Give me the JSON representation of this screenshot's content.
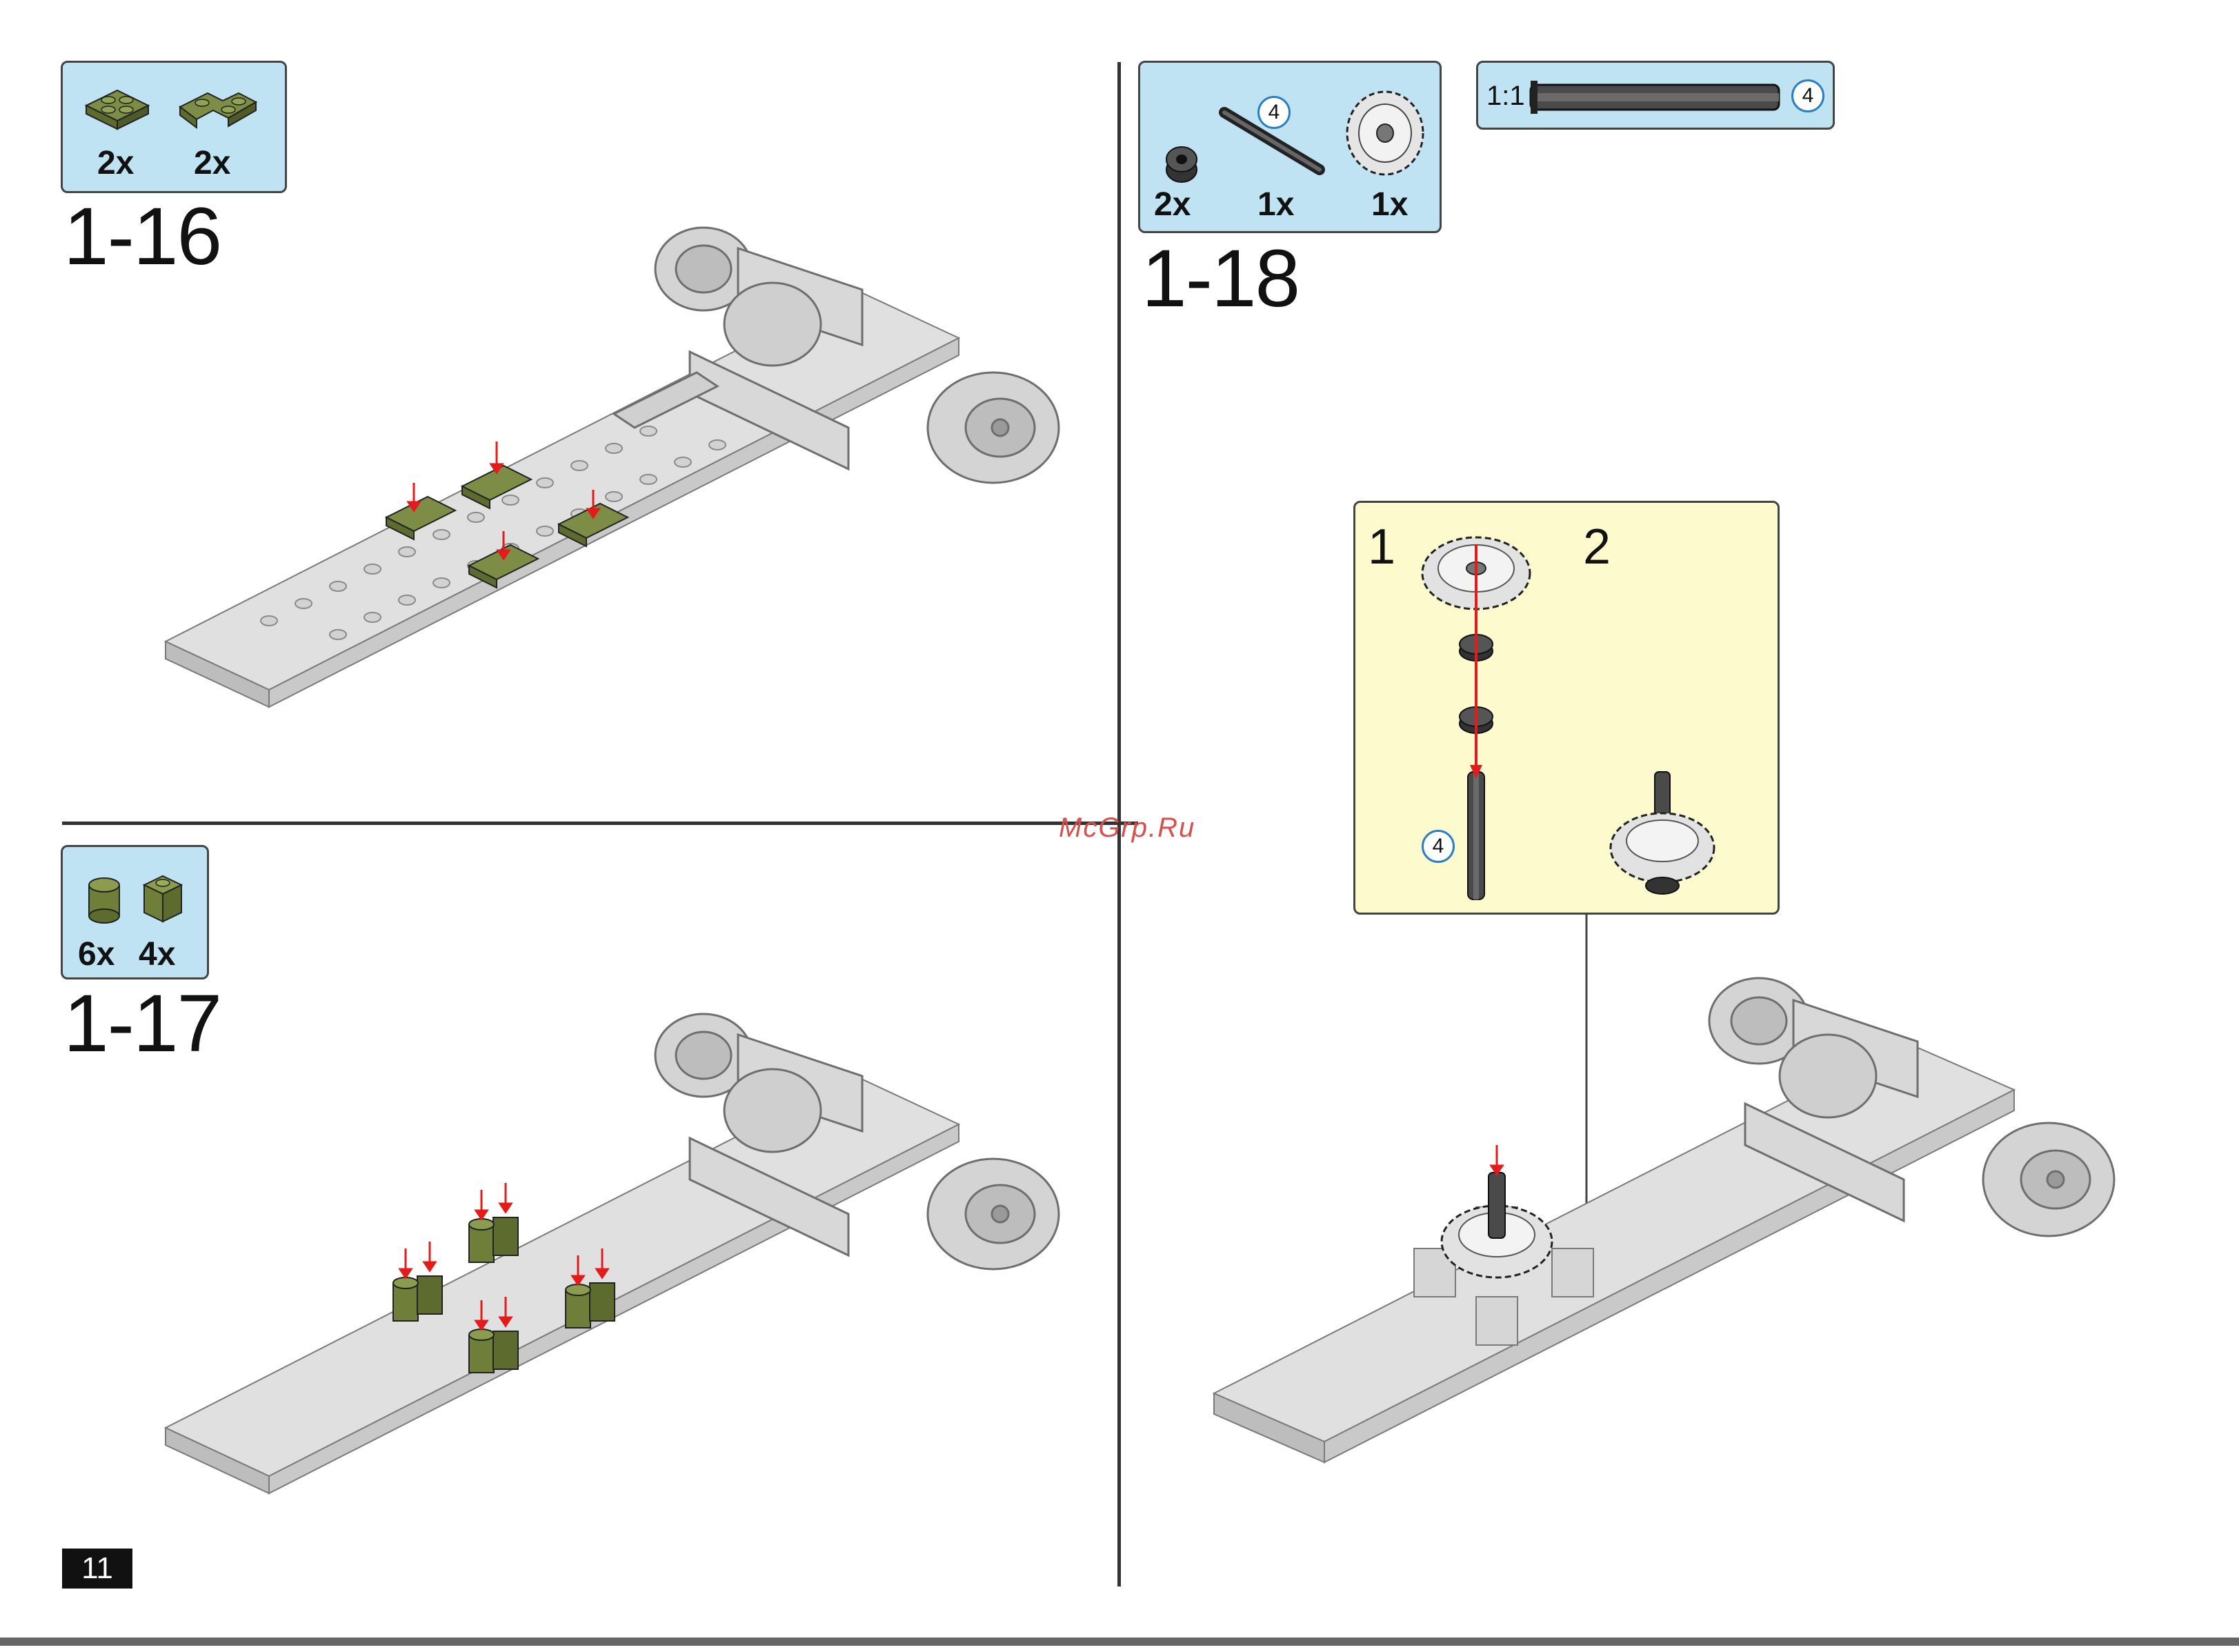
{
  "page_number": "11",
  "watermark": "McGrp.Ru",
  "steps": {
    "s16": {
      "number": "1-16",
      "parts": [
        {
          "icon": "plate-2x2-green-icon",
          "qty": "2x"
        },
        {
          "icon": "plate-corner-green-icon",
          "qty": "2x"
        }
      ]
    },
    "s17": {
      "number": "1-17",
      "parts": [
        {
          "icon": "round-brick-green-icon",
          "qty": "6x"
        },
        {
          "icon": "brick-1x1-green-icon",
          "qty": "4x"
        }
      ]
    },
    "s18": {
      "number": "1-18",
      "parts": [
        {
          "icon": "bush-black-icon",
          "qty": "2x"
        },
        {
          "icon": "axle-black-icon",
          "qty": "1x",
          "axle_length": "4"
        },
        {
          "icon": "gear-24-tooth-icon",
          "qty": "1x"
        }
      ],
      "scale_ref": {
        "label": "1:1",
        "axle_length": "4"
      },
      "substeps": {
        "first": "1",
        "second": "2",
        "axle_length": "4"
      }
    }
  },
  "colors": {
    "callout_bg": "#bfe3f3",
    "subassembly_bg": "#fdfbce",
    "baseplate": "#d9d9d9",
    "new_part_green": "#6f7f3a",
    "arrow_red": "#e31b1b"
  }
}
